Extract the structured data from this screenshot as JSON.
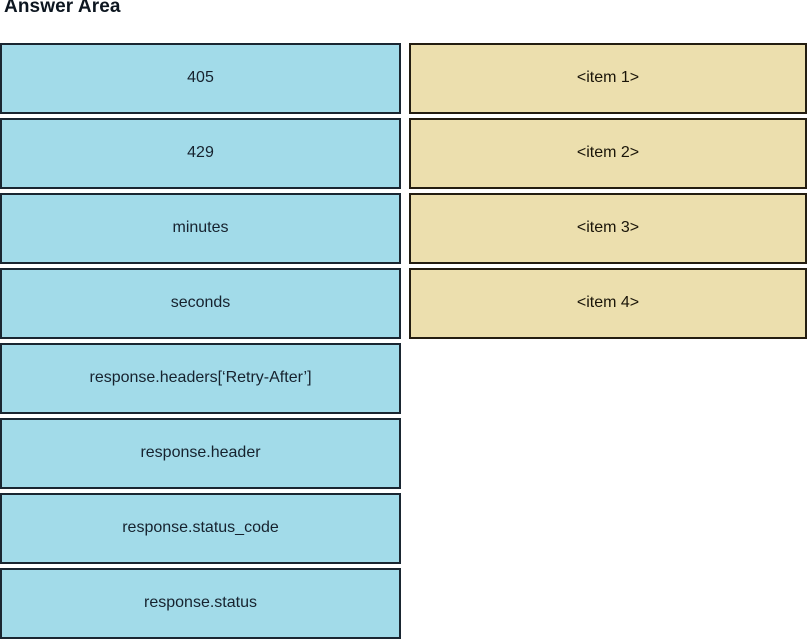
{
  "header": {
    "title": "Answer Area"
  },
  "colors": {
    "left_tile_fill": "#a2dbe9",
    "left_tile_border": "#1a2631",
    "right_tile_fill": "#ecdfae",
    "right_tile_border": "#231d11",
    "background": "#ffffff",
    "text": "#16222e"
  },
  "columns": {
    "left": {
      "name": "options-column",
      "tiles": [
        {
          "label": "405"
        },
        {
          "label": "429"
        },
        {
          "label": "minutes"
        },
        {
          "label": "seconds"
        },
        {
          "label": "response.headers[‘Retry-After’]"
        },
        {
          "label": "response.header"
        },
        {
          "label": "response.status_code"
        },
        {
          "label": "response.status"
        }
      ]
    },
    "right": {
      "name": "answer-slots-column",
      "tiles": [
        {
          "label": "<item 1>"
        },
        {
          "label": "<item 2>"
        },
        {
          "label": "<item 3>"
        },
        {
          "label": "<item 4>"
        }
      ]
    }
  }
}
